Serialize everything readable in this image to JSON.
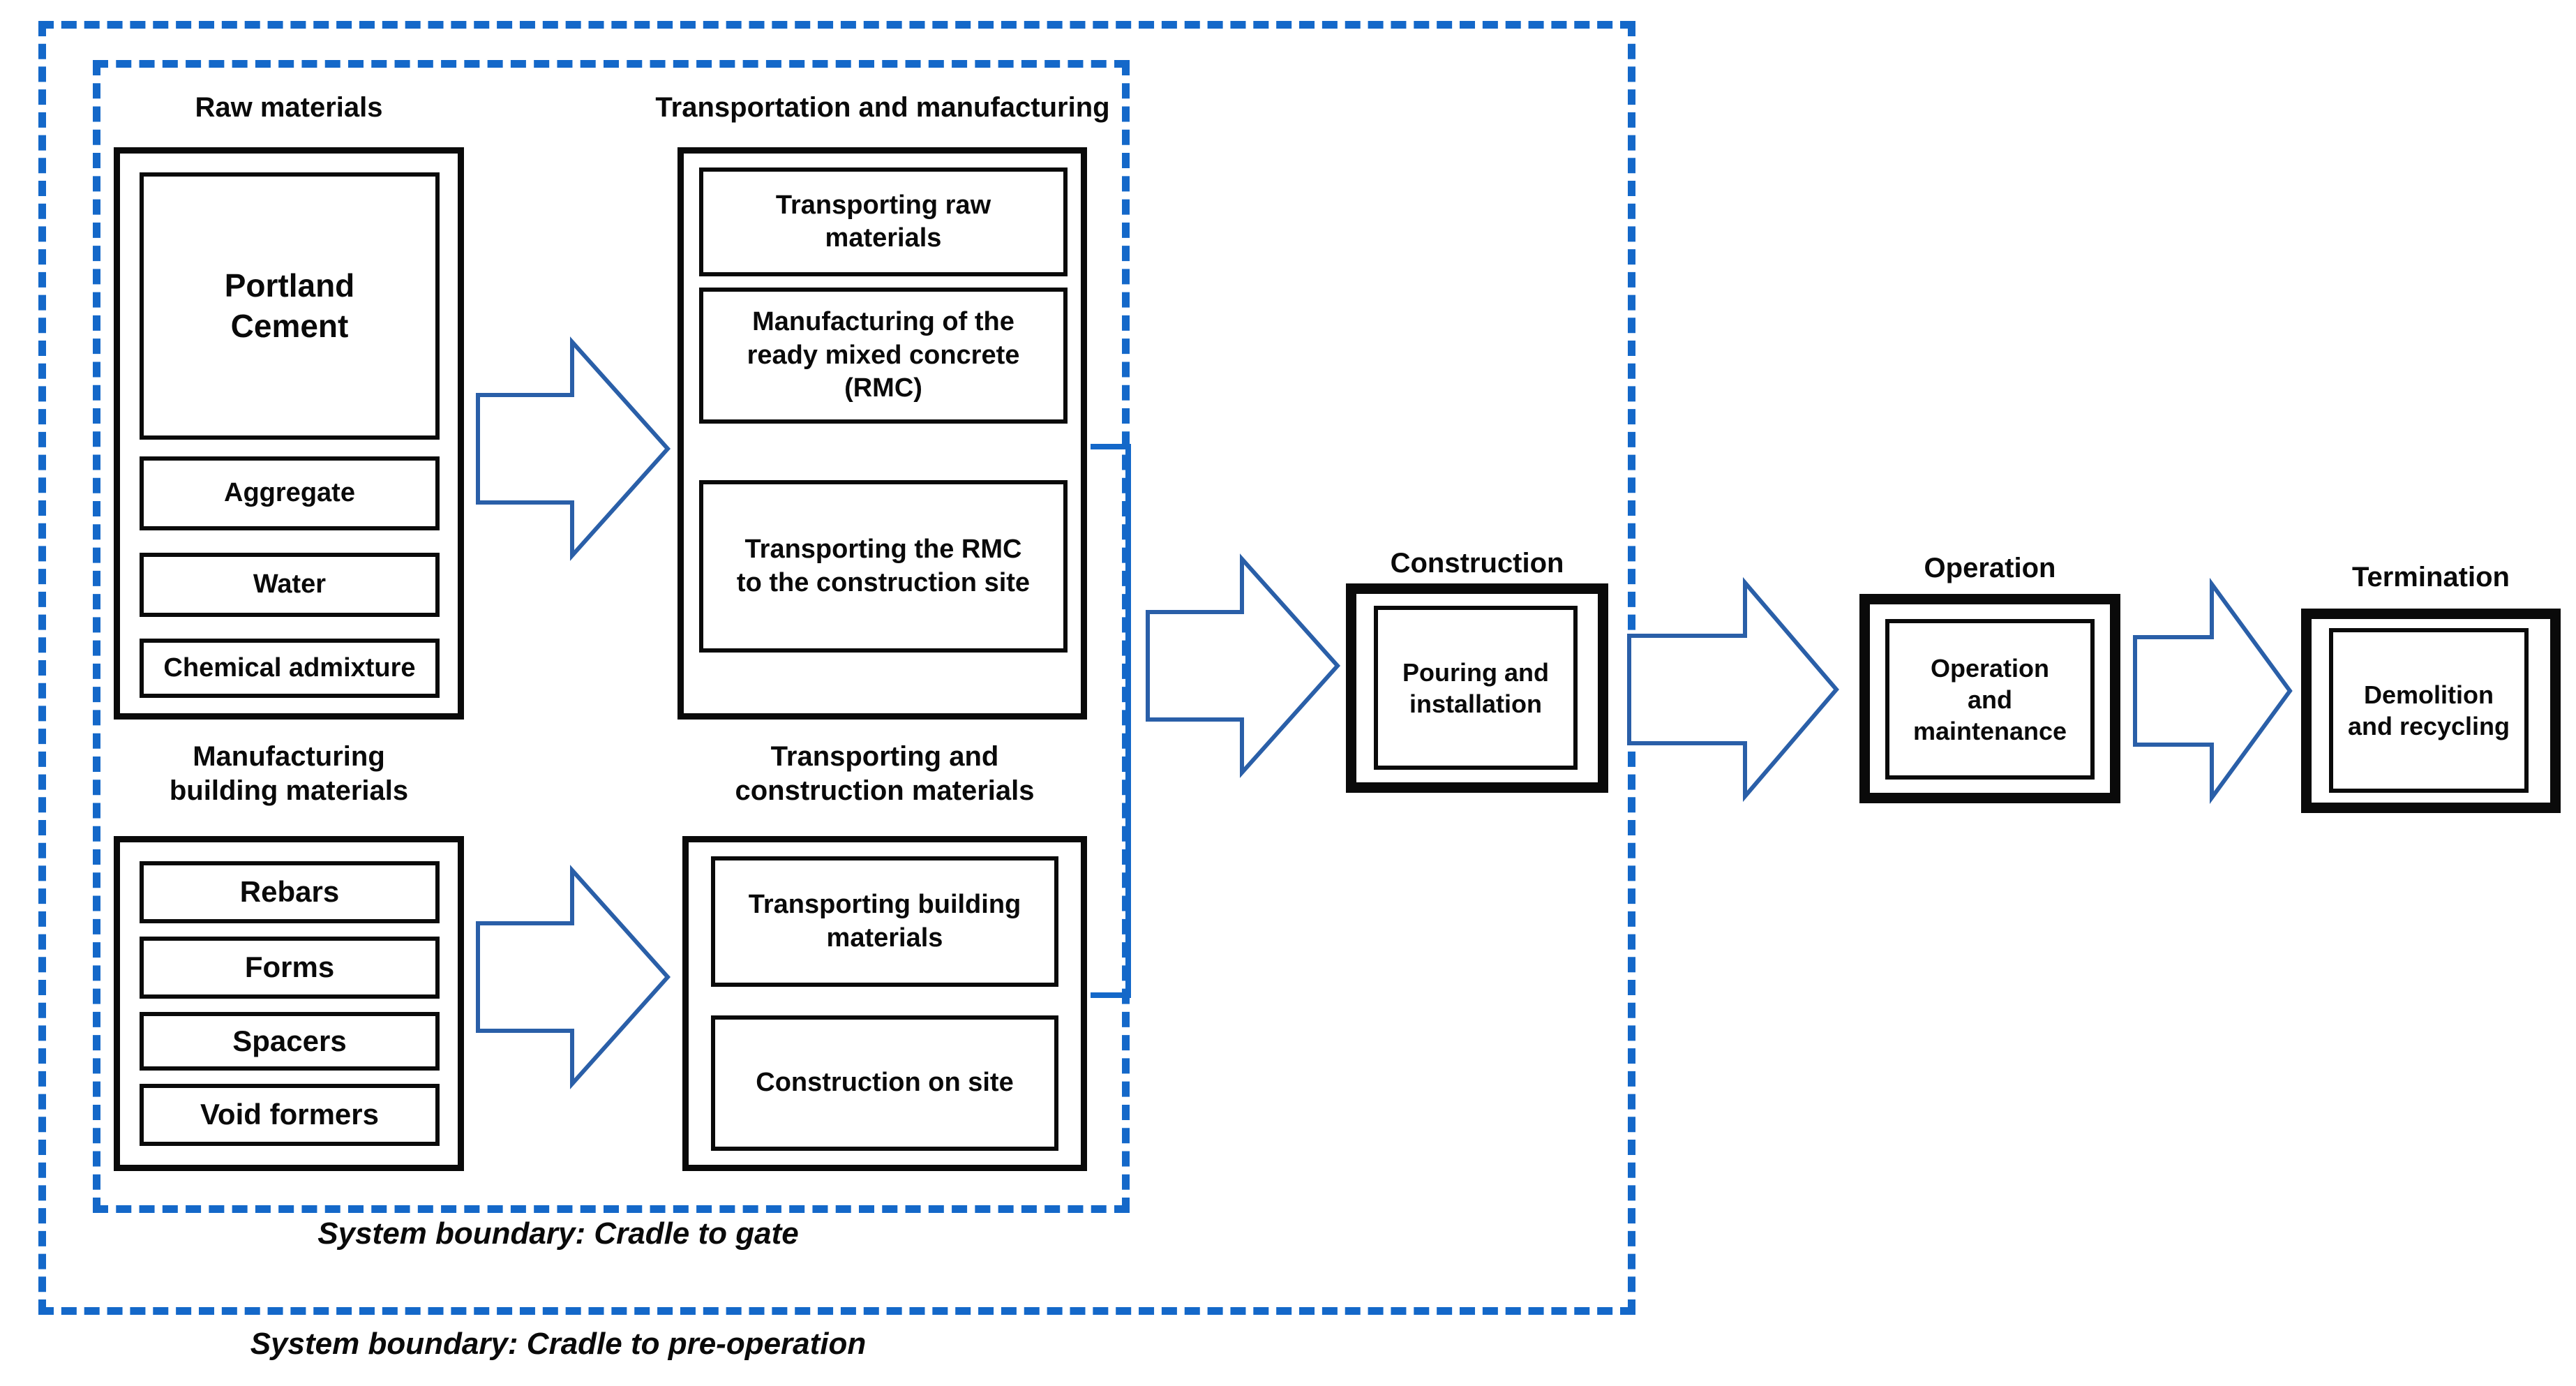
{
  "colors": {
    "boundary_blue": "#1468c9",
    "arrow_blue": "#2a5fa8"
  },
  "boundaries": {
    "inner_label": "System boundary: Cradle to gate",
    "outer_label": "System boundary: Cradle to pre-operation"
  },
  "stages": {
    "raw_materials": {
      "label": "Raw materials",
      "items": [
        "Portland\nCement",
        "Aggregate",
        "Water",
        "Chemical admixture"
      ]
    },
    "building_materials": {
      "label": "Manufacturing\nbuilding materials",
      "items": [
        "Rebars",
        "Forms",
        "Spacers",
        "Void formers"
      ]
    },
    "transport_manufacturing": {
      "label": "Transportation and manufacturing",
      "items": [
        "Transporting raw\nmaterials",
        "Manufacturing of the\nready mixed concrete\n(RMC)",
        "Transporting the RMC\nto the construction site"
      ]
    },
    "transport_construction": {
      "label": "Transporting and\nconstruction materials",
      "items": [
        "Transporting building\nmaterials",
        "Construction on site"
      ]
    },
    "construction": {
      "label": "Construction",
      "items": [
        "Pouring and\ninstallation"
      ]
    },
    "operation": {
      "label": "Operation",
      "items": [
        "Operation\nand\nmaintenance"
      ]
    },
    "termination": {
      "label": "Termination",
      "items": [
        "Demolition\nand recycling"
      ]
    }
  }
}
